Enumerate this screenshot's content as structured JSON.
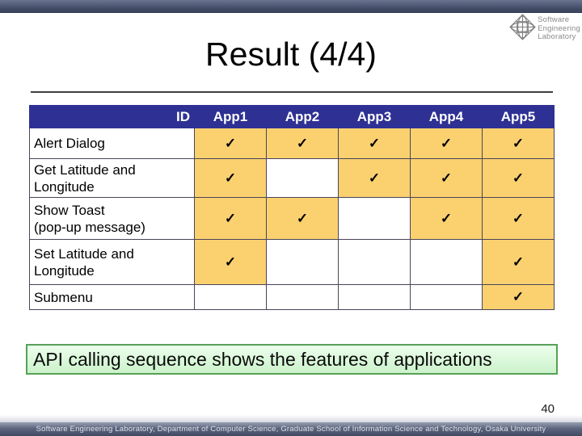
{
  "title": "Result (4/4)",
  "header": {
    "logo_lines": [
      "Software",
      "Engineering",
      "Laboratory"
    ]
  },
  "table": {
    "id_label": "ID",
    "columns": [
      "App1",
      "App2",
      "App3",
      "App4",
      "App5"
    ],
    "check_glyph": "✓",
    "rows": [
      {
        "label": "Alert Dialog",
        "checks": [
          true,
          true,
          true,
          true,
          true
        ]
      },
      {
        "label": "Get Latitude and\nLongitude",
        "checks": [
          true,
          false,
          true,
          true,
          true
        ]
      },
      {
        "label": "Show Toast\n(pop-up message)",
        "checks": [
          true,
          true,
          false,
          true,
          true
        ]
      },
      {
        "label": "Set Latitude and\nLongitude",
        "checks": [
          true,
          false,
          false,
          false,
          true
        ]
      },
      {
        "label": "Submenu",
        "checks": [
          false,
          false,
          false,
          false,
          true
        ]
      }
    ]
  },
  "banner_text": "API calling sequence shows the features of applications",
  "page_number": "40",
  "footer_text": "Software Engineering Laboratory, Department of Computer Science, Graduate School of Information Science and Technology, Osaka University",
  "colors": {
    "header_bg": "#2E3193",
    "header_text": "#FFFFFF",
    "check_bg": "#FBD170",
    "grid_border": "#4A4458",
    "banner_bg_top": "#EDFEED",
    "banner_bg_bottom": "#CBF2CB",
    "banner_border": "#57A057",
    "top_bar_top": "#6A7490",
    "top_bar_bottom": "#3E4760",
    "footer_bar_top": "#98A0B2",
    "footer_bar_bottom": "#3F4963"
  }
}
